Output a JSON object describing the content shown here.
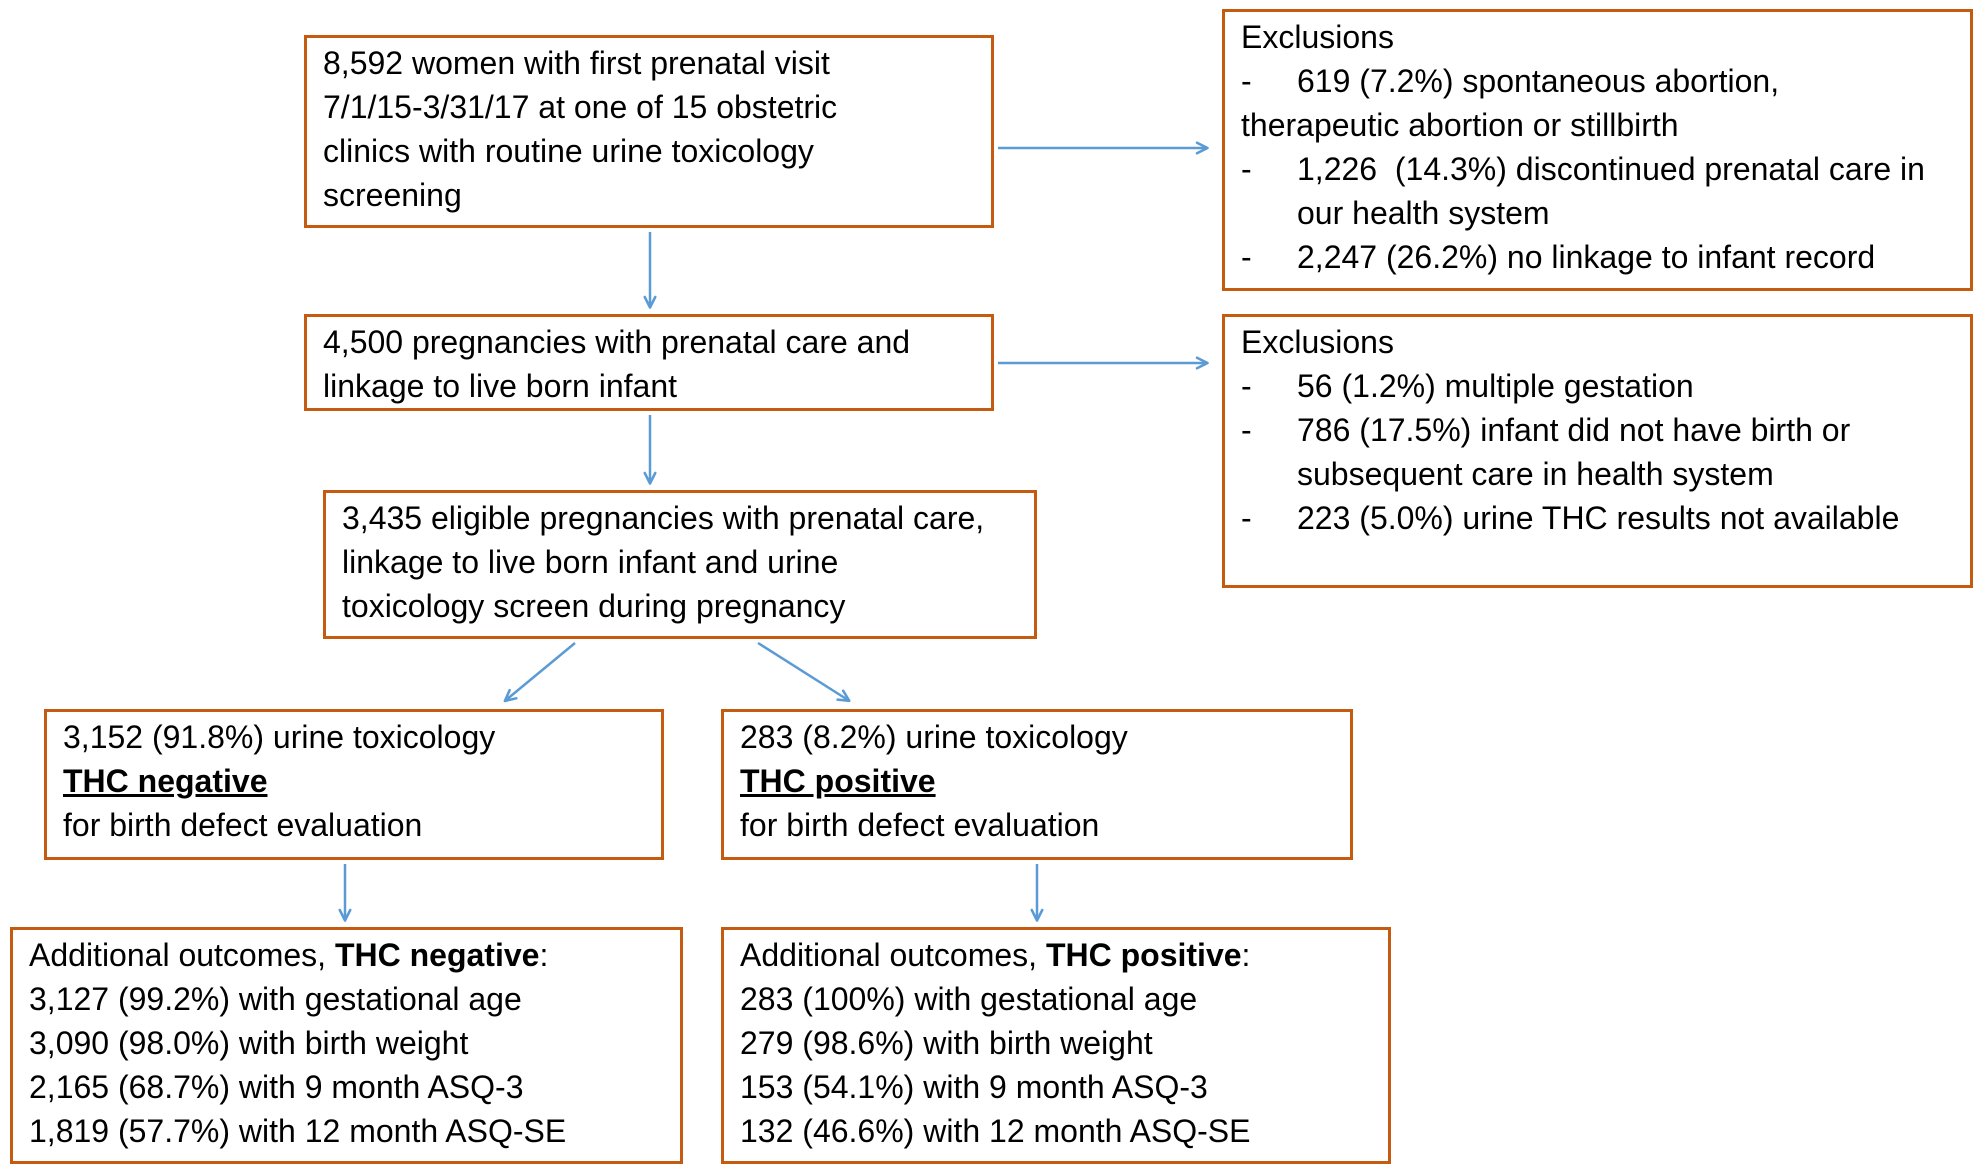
{
  "colors": {
    "box_border": "#C55A11",
    "arrow": "#5B9BD5",
    "text": "#000000",
    "canvas_bg": "#FFFFFF"
  },
  "boxes": {
    "cohort": {
      "lines": [
        "8,592 women with first prenatal visit",
        "7/1/15-3/31/17 at one of 15 obstetric",
        "clinics with routine urine toxicology",
        "screening"
      ]
    },
    "exclusions1": {
      "title": "Exclusions",
      "dash": "-",
      "item1_line1": "619 (7.2%) spontaneous abortion,",
      "item1_line2": "therapeutic abortion or stillbirth",
      "item2_line1": "1,226  (14.3%) discontinued prenatal care in",
      "item2_line2": "our health system",
      "item3": "2,247 (26.2%) no linkage to infant record"
    },
    "pregnancies": {
      "lines": [
        "4,500 pregnancies with prenatal care and",
        "linkage to live born infant"
      ]
    },
    "exclusions2": {
      "title": "Exclusions",
      "dash": "-",
      "item1": "56 (1.2%) multiple gestation",
      "item2_line1": "786 (17.5%) infant did not have birth or",
      "item2_line2": "subsequent care in health system",
      "item3": "223 (5.0%) urine THC results not available"
    },
    "eligible": {
      "lines": [
        "3,435 eligible pregnancies with prenatal care,",
        "linkage to live born infant and urine",
        "toxicology screen during pregnancy"
      ]
    },
    "thc_negative": {
      "line1": "3,152 (91.8%) urine toxicology",
      "emphasis": "THC negative",
      "line3": "for birth defect evaluation"
    },
    "thc_positive": {
      "line1": "283 (8.2%) urine toxicology",
      "emphasis": "THC positive",
      "line3": "for birth defect evaluation"
    },
    "outcomes_negative": {
      "title_prefix": "Additional outcomes, ",
      "title_emphasis": "THC negative",
      "title_suffix": ":",
      "rows": [
        "3,127 (99.2%) with gestational age",
        "3,090 (98.0%) with birth weight",
        "2,165 (68.7%) with 9 month ASQ-3",
        "1,819 (57.7%) with 12 month ASQ-SE"
      ]
    },
    "outcomes_positive": {
      "title_prefix": "Additional outcomes, ",
      "title_emphasis": "THC positive",
      "title_suffix": ":",
      "rows": [
        "283 (100%) with gestational age",
        "279 (98.6%) with birth weight",
        "153 (54.1%) with 9 month ASQ-3",
        "132 (46.6%) with 12 month ASQ-SE"
      ]
    }
  }
}
